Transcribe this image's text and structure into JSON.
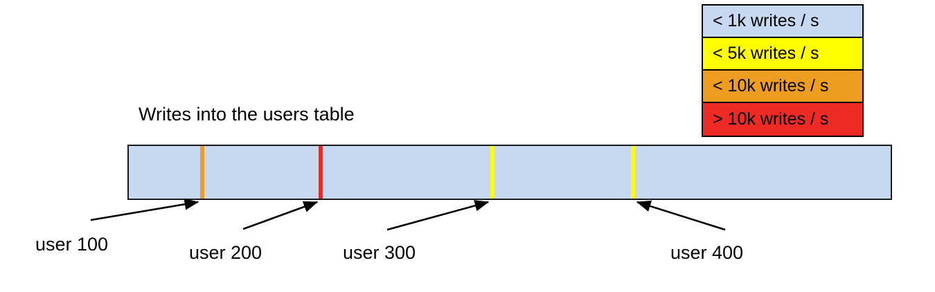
{
  "chart_data": {
    "type": "bar",
    "title": "Writes into the users table",
    "subtitle": "",
    "xlabel": "",
    "ylabel": "",
    "orientation": "horizontal",
    "description": "A single horizontal band representing a users table keyspace, shaded light blue for low write volume, with vertical colored markers at individual hot user rows.",
    "bar": {
      "fill_color": "#c6d9f0",
      "border_color": "#1a1a1a",
      "start_fraction": 0.0,
      "end_fraction": 1.0
    },
    "categories": [
      "user 100",
      "user 200",
      "user 300",
      "user 400"
    ],
    "values": [
      "< 10k writes / s",
      "> 10k writes / s",
      "< 5k writes / s",
      "< 5k writes / s"
    ],
    "markers": [
      {
        "label": "user 100",
        "position_fraction": 0.0969,
        "color": "#ef9d21",
        "band": "< 10k writes / s"
      },
      {
        "label": "user 200",
        "position_fraction": 0.2518,
        "color": "#ed2a23",
        "band": "> 10k writes / s"
      },
      {
        "label": "user 300",
        "position_fraction": 0.4755,
        "color": "#ffff00",
        "band": "< 5k writes / s"
      },
      {
        "label": "user 400",
        "position_fraction": 0.6594,
        "color": "#ffff00",
        "band": "< 5k writes / s"
      }
    ],
    "legend": {
      "position": "top-right",
      "entries": [
        {
          "label": "< 1k writes / s",
          "color": "#c6d9f0"
        },
        {
          "label": "< 5k writes / s",
          "color": "#ffff00"
        },
        {
          "label": "< 10k writes / s",
          "color": "#ef9d21"
        },
        {
          "label": "> 10k writes / s",
          "color": "#ed2a23"
        }
      ]
    },
    "grid": false
  },
  "labels": {
    "user_100": "user 100",
    "user_200": "user 200",
    "user_300": "user 300",
    "user_400": "user 400"
  },
  "colors": {
    "blue": "#c6d9f0",
    "yellow": "#ffff00",
    "orange": "#ef9d21",
    "red": "#ed2a23",
    "outline": "#000000",
    "background": "#ffffff"
  }
}
